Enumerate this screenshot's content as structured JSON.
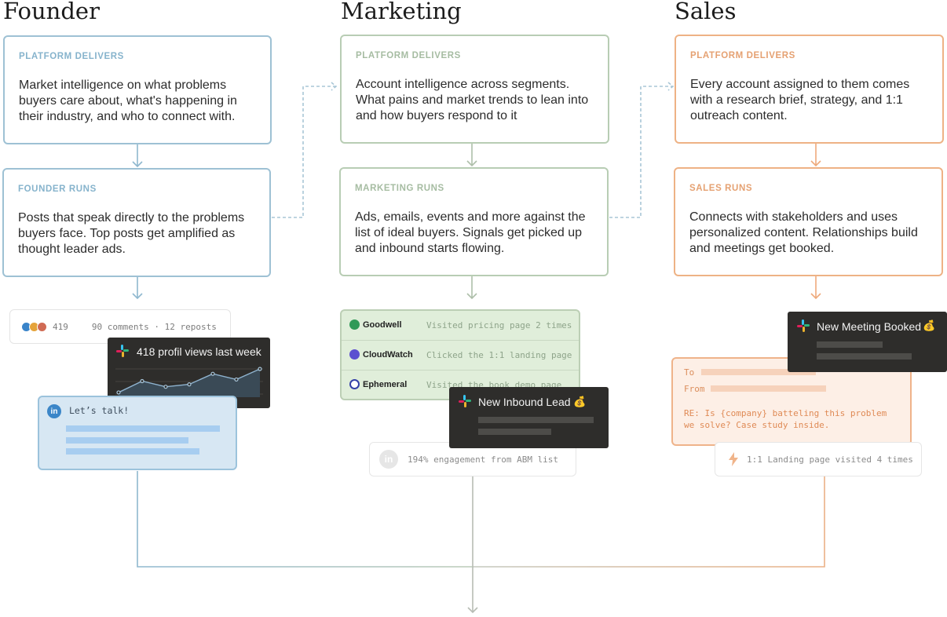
{
  "columns": [
    {
      "title": "Founder",
      "delivers": {
        "label": "PLATFORM DELIVERS",
        "text": "Market intelligence on what problems buyers care about, what's happening in their industry, and who to connect with."
      },
      "runs": {
        "label": "FOUNDER RUNS",
        "text": "Posts that speak directly to the problems buyers face. Top posts get amplified as thought leader ads."
      }
    },
    {
      "title": "Marketing",
      "delivers": {
        "label": "PLATFORM DELIVERS",
        "text": "Account intelligence across segments. What pains and market trends to lean into and how buyers respond to it"
      },
      "runs": {
        "label": "MARKETING RUNS",
        "text": "Ads, emails, events and more against the list of ideal buyers. Signals get picked up and inbound starts flowing."
      }
    },
    {
      "title": "Sales",
      "delivers": {
        "label": "PLATFORM DELIVERS",
        "text": "Every account assigned to them comes with a research brief, strategy, and 1:1 outreach content."
      },
      "runs": {
        "label": "SALES RUNS",
        "text": "Connects with stakeholders and uses personalized content. Relationships build and meetings get booked."
      }
    }
  ],
  "founder_artifacts": {
    "reaction_count": "419",
    "meta": "90 comments · 12 reposts",
    "profile_views": "418 profil views last week",
    "sparkline": [
      2,
      16,
      9,
      12,
      25,
      18,
      31
    ],
    "linkedin_logo": "in",
    "linkedin_message": "Let’s talk!"
  },
  "marketing_artifacts": {
    "rows": [
      {
        "brand": "Goodwell",
        "activity": "Visited pricing page 2 times",
        "color": "#2f9a57"
      },
      {
        "brand": "CloudWatch",
        "activity": "Clicked the 1:1 landing page",
        "color": "#5b4fd0"
      },
      {
        "brand": "Ephemeral",
        "activity": "Visited the book demo page",
        "color": "#3440a8"
      }
    ],
    "inbound_title": "New Inbound Lead",
    "linkedin_logo": "in",
    "engagement": "194% engagement from ABM list"
  },
  "sales_artifacts": {
    "meeting_title": "New Meeting Booked",
    "to_label": "To",
    "from_label": "From",
    "subject_line1": "RE: Is {company} batteling this problem",
    "subject_line2": "we solve? Case study inside.",
    "visit": "1:1 Landing page visited 4 times"
  },
  "colors": {
    "founder": "#9ec1d4",
    "marketing": "#b8cdb4",
    "sales": "#eeb285",
    "dark_popup": "#2e2d2b"
  },
  "icons": [
    "slack-icon",
    "linkedin-icon",
    "money-bag-icon",
    "lightning-icon",
    "reaction-icons"
  ]
}
